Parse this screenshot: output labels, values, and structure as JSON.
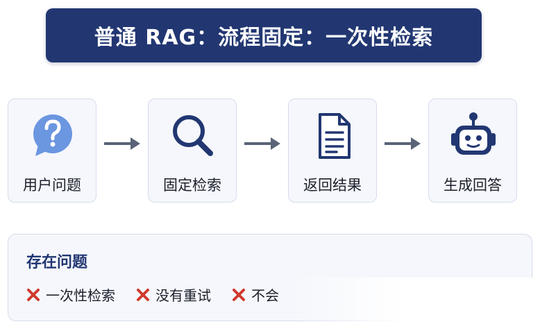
{
  "title": "普通 RAG：流程固定：一次性检索",
  "steps": [
    {
      "label": "用户问题",
      "icon": "question-bubble-icon"
    },
    {
      "label": "固定检索",
      "icon": "magnifier-icon"
    },
    {
      "label": "返回结果",
      "icon": "document-icon"
    },
    {
      "label": "生成回答",
      "icon": "robot-icon"
    }
  ],
  "issues": {
    "heading": "存在问题",
    "items": [
      "一次性检索",
      "没有重试",
      "不会"
    ]
  },
  "colors": {
    "banner": "#223772",
    "icon_blue": "#6b96e0",
    "icon_dark": "#223772",
    "cross": "#cf3a2c",
    "arrow": "#5a6478"
  }
}
